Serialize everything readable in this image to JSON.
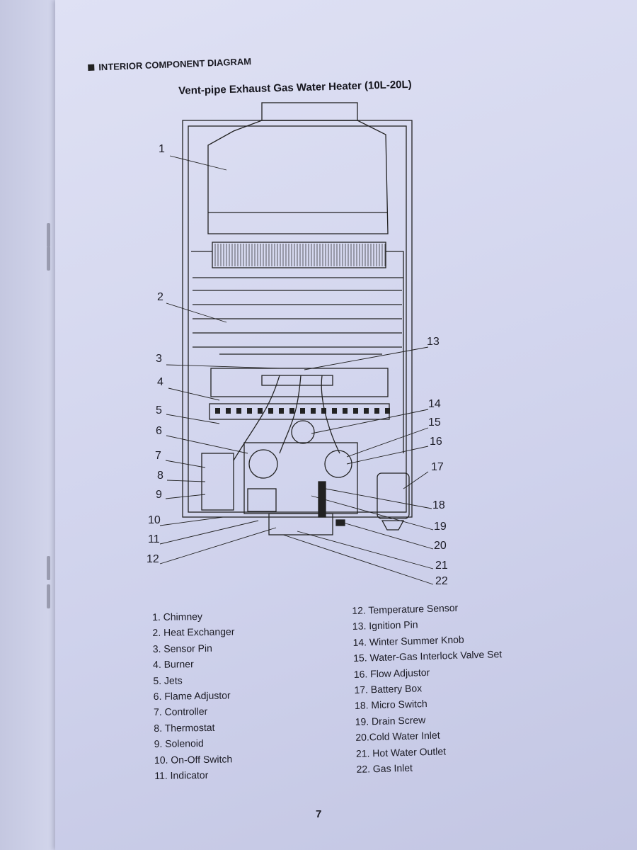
{
  "section_heading": "INTERIOR COMPONENT DIAGRAM",
  "diagram_title": "Vent-pipe Exhaust Gas Water Heater (10L-20L)",
  "callouts_left": [
    "1",
    "2",
    "3",
    "4",
    "5",
    "6",
    "7",
    "8",
    "9",
    "10",
    "11",
    "12"
  ],
  "callouts_right": [
    "13",
    "14",
    "15",
    "16",
    "17",
    "18",
    "19",
    "20",
    "21",
    "22"
  ],
  "legend_left": [
    "1. Chimney",
    "2. Heat Exchanger",
    "3. Sensor Pin",
    "4. Burner",
    "5. Jets",
    "6. Flame Adjustor",
    "7. Controller",
    "8. Thermostat",
    "9. Solenoid",
    "10. On-Off Switch",
    "11. Indicator"
  ],
  "legend_right": [
    "12. Temperature Sensor",
    "13. Ignition Pin",
    "14. Winter Summer Knob",
    "15. Water-Gas Interlock Valve Set",
    "16. Flow Adjustor",
    "17. Battery Box",
    "18. Micro Switch",
    "19. Drain Screw",
    "20.Cold Water Inlet",
    "21. Hot Water Outlet",
    "22. Gas Inlet"
  ],
  "page_number": "7"
}
